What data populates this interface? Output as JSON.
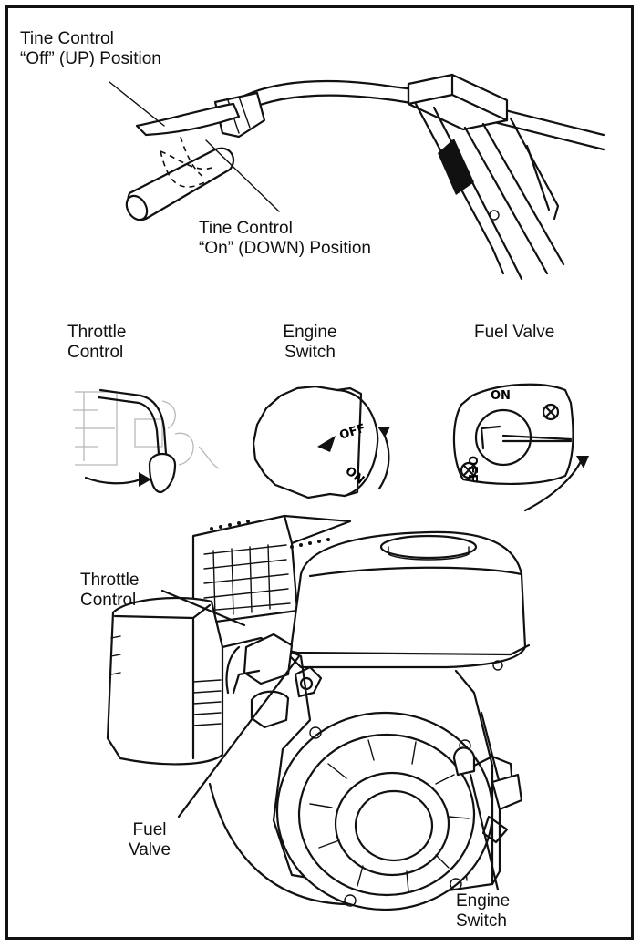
{
  "tine": {
    "off_line1": "Tine Control",
    "off_line2": "“Off” (UP) Position",
    "on_line1": "Tine Control",
    "on_line2": "“On” (DOWN) Position"
  },
  "controls": {
    "throttle_line1": "Throttle",
    "throttle_line2": "Control",
    "switch_line1": "Engine",
    "switch_line2": "Switch",
    "fuel_title": "Fuel Valve",
    "switch_off": "OFF",
    "switch_on": "ON",
    "valve_on": "ON",
    "valve_off": "OFF"
  },
  "engine": {
    "throttle_line1": "Throttle",
    "throttle_line2": "Control",
    "fuel_line1": "Fuel",
    "fuel_line2": "Valve",
    "switch_line1": "Engine",
    "switch_line2": "Switch"
  },
  "icons": [
    "handlebar",
    "throttle-lever",
    "engine-switch-knob",
    "fuel-valve",
    "engine"
  ]
}
